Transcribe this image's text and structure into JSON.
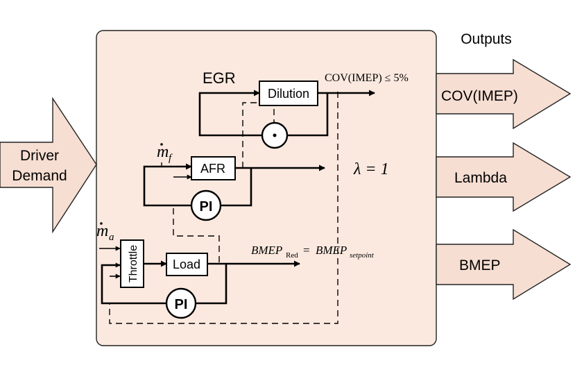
{
  "outputs_title": "Outputs",
  "driver_input": {
    "line1": "Driver",
    "line2": "Demand"
  },
  "outputs": [
    {
      "label": "COV(IMEP)"
    },
    {
      "label": "Lambda"
    },
    {
      "label": "BMEP"
    }
  ],
  "blocks": {
    "dilution": "Dilution",
    "afr": "AFR",
    "throttle": "Throttle",
    "load": "Load",
    "pi_afr": "PI",
    "pi_load": "PI"
  },
  "signals": {
    "egr": "EGR",
    "cov_constraint": "COV(IMEP) ≤ 5%",
    "mf_symbol": "m",
    "mf_sub": "f",
    "ma_symbol": "m",
    "ma_sub": "a",
    "lambda_eq": "λ = 1",
    "bmep_lhs": "BMEP",
    "bmep_lhs_sub": "Red",
    "bmep_eq": "=",
    "bmep_rhs": "BMEP",
    "bmep_rhs_sub": "setpoint"
  },
  "colors": {
    "panel": "#fbe9df",
    "arrow_fill": "#f6ded2",
    "line": "#000000"
  }
}
